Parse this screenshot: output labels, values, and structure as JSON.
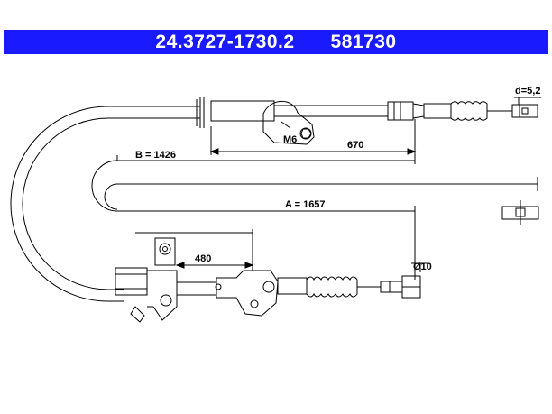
{
  "header": {
    "part_number": "24.3727-1730.2",
    "ref_number": "581730",
    "background": "#1a1aff",
    "text_color": "#ffffff"
  },
  "dimensions": {
    "d_label": "d=5,2",
    "m6_label": "M6",
    "len_670": "670",
    "b_label": "B = 1426",
    "a_label": "A = 1657",
    "len_480": "480",
    "dia_label": "Ø10"
  }
}
